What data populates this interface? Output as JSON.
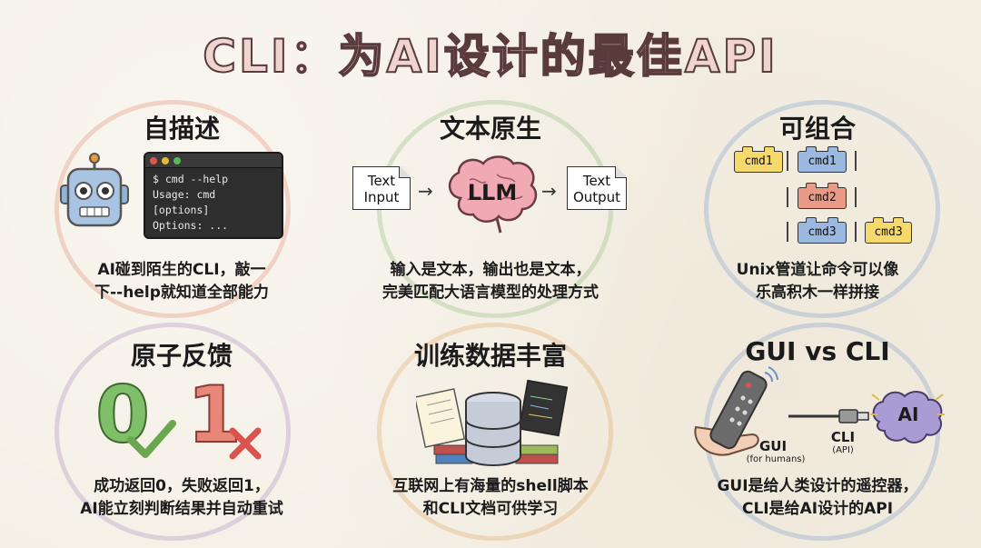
{
  "title": "CLI：为AI设计的最佳API",
  "cards": [
    {
      "heading": "自描述",
      "caption_line1": "AI碰到陌生的CLI，敲一",
      "caption_line2": "下--help就知道全部能力",
      "terminal": [
        "$ cmd --help",
        "Usage: cmd [options]",
        "Options: ..."
      ]
    },
    {
      "heading": "文本原生",
      "caption_line1": "输入是文本，输出也是文本，",
      "caption_line2": "完美匹配大语言模型的处理方式",
      "input_line1": "Text",
      "input_line2": "Input",
      "brain_label": "LLM",
      "output_line1": "Text",
      "output_line2": "Output"
    },
    {
      "heading": "可组合",
      "caption_line1": "Unix管道让命令可以像",
      "caption_line2": "乐高积木一样拼接",
      "bricks": [
        "cmd1",
        "cmd1",
        "cmd2",
        "cmd3",
        "cmd3"
      ]
    },
    {
      "heading": "原子反馈",
      "caption_line1": "成功返回0，失败返回1，",
      "caption_line2": "AI能立刻判断结果并自动重试",
      "zero": "0",
      "one": "1"
    },
    {
      "heading": "训练数据丰富",
      "caption_line1": "互联网上有海量的shell脚本",
      "caption_line2": "和CLI文档可供学习"
    },
    {
      "heading": "GUI vs CLI",
      "caption_line1": "GUI是给人类设计的遥控器，",
      "caption_line2": "CLI是给AI设计的API",
      "gui_label": "GUI",
      "gui_sub": "(for humans)",
      "cli_label": "CLI",
      "cli_sub": "(API)",
      "ai_label": "AI"
    }
  ],
  "colors": {
    "ring_red": "#e07a5f",
    "ring_green": "#7fb069",
    "ring_blue": "#6a8fc9",
    "ring_purple": "#9b7bb8",
    "ring_orange": "#e09a50",
    "brick_yellow": "#f6d96b",
    "brick_blue": "#9bb8e0",
    "brick_red": "#e89a86",
    "check_green": "#6aa84f",
    "x_red": "#d9534f"
  }
}
